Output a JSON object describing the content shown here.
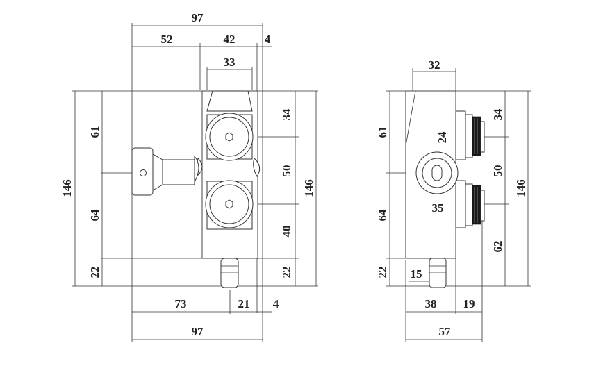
{
  "front_view": {
    "dims": {
      "top_overall": "97",
      "top_left": "52",
      "top_middle": "42",
      "top_right": "4",
      "wheel_width": "33",
      "right_upper": "34",
      "right_middle": "50",
      "right_lower": "40",
      "right_bottom": "22",
      "right_overall": "146",
      "left_overall": "146",
      "left_upper": "61",
      "left_middle": "64",
      "left_bottom": "22",
      "bottom_left": "73",
      "bottom_middle": "21",
      "bottom_right": "4",
      "bottom_overall": "97"
    }
  },
  "side_view": {
    "dims": {
      "top_width": "32",
      "left_upper": "61",
      "left_middle": "64",
      "left_bottom": "22",
      "bolt_dim": "24",
      "hole_dim": "35",
      "small_dim": "15",
      "right_upper": "34",
      "right_middle": "50",
      "right_lower": "62",
      "right_overall": "146",
      "bottom_left": "38",
      "bottom_right": "19",
      "bottom_overall": "57"
    }
  }
}
